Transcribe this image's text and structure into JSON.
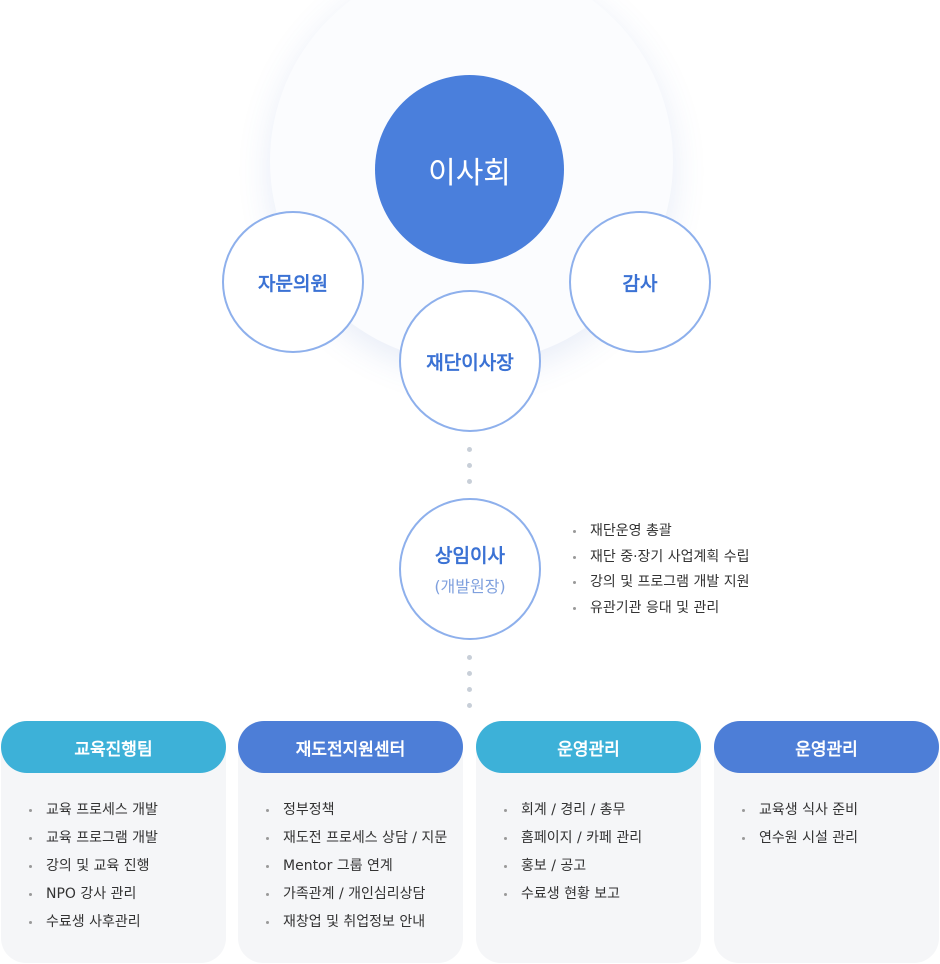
{
  "board": "이사회",
  "advisors": "자문의원",
  "audit": "감사",
  "chairman": "재단이사장",
  "executive": {
    "title": "상임이사",
    "subtitle": "(개발원장)"
  },
  "executive_duties": [
    "재단운영 총괄",
    "재단 중·장기 사업계획 수립",
    "강의 및 프로그램 개발 지원",
    "유관기관 응대 및 관리"
  ],
  "departments": [
    {
      "name": "교육진행팀",
      "color": "#3db1d8",
      "items": [
        "교육 프로세스 개발",
        "교육 프로그램 개발",
        "강의 및 교육 진행",
        "NPO 강사 관리",
        "수료생 사후관리"
      ]
    },
    {
      "name": "재도전지원센터",
      "color": "#4d7ed7",
      "items": [
        "정부정책",
        "재도전 프로세스 상담 / 지문",
        "Mentor 그룹 연계",
        "가족관계 / 개인심리상담",
        "재창업 및 취업정보 안내"
      ]
    },
    {
      "name": "운영관리",
      "color": "#3db1d8",
      "items": [
        "회계 / 경리 / 총무",
        "홈페이지 / 카페 관리",
        "홍보 / 공고",
        "수료생 현황 보고"
      ]
    },
    {
      "name": "운영관리",
      "color": "#4d7ed7",
      "items": [
        "교육생 식사 준비",
        "연수원 시설 관리"
      ]
    }
  ]
}
